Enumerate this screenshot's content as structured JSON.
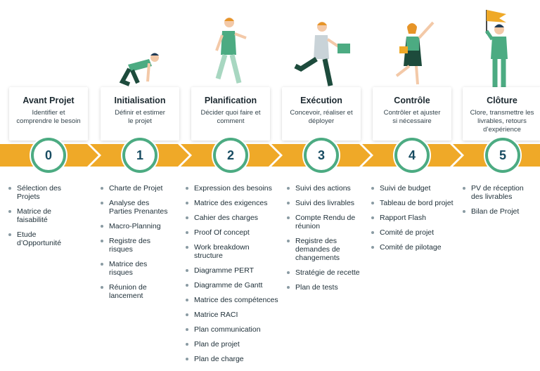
{
  "phases": [
    {
      "number": "0",
      "title": "Avant Projet",
      "desc_lines": [
        "Identifier et",
        "comprendre le besoin"
      ],
      "items": [
        [
          "Sélection des",
          "Projets"
        ],
        [
          "Matrice de",
          "faisabilité"
        ],
        [
          "Etude",
          "d’Opportunité"
        ]
      ]
    },
    {
      "number": "1",
      "title": "Initialisation",
      "desc_lines": [
        "Définir et estimer",
        "le projet"
      ],
      "items": [
        [
          "Charte de Projet"
        ],
        [
          "Analyse des",
          "Parties Prenantes"
        ],
        [
          "Macro-Planning"
        ],
        [
          "Registre des",
          "risques"
        ],
        [
          "Matrice des",
          "risques"
        ],
        [
          "Réunion de",
          "lancement"
        ]
      ]
    },
    {
      "number": "2",
      "title": "Planification",
      "desc_lines": [
        "Décider quoi faire et",
        "comment"
      ],
      "items": [
        [
          "Expression des besoins"
        ],
        [
          "Matrice des exigences"
        ],
        [
          "Cahier des charges"
        ],
        [
          "Proof Of concept"
        ],
        [
          "Work breakdown",
          "structure"
        ],
        [
          "Diagramme PERT"
        ],
        [
          "Diagramme de Gantt"
        ],
        [
          "Matrice des compétences"
        ],
        [
          "Matrice RACI"
        ],
        [
          "Plan communication"
        ],
        [
          "Plan de projet"
        ],
        [
          "Plan de charge"
        ]
      ]
    },
    {
      "number": "3",
      "title": "Exécution",
      "desc_lines": [
        "Concevoir, réaliser et",
        "déployer"
      ],
      "items": [
        [
          "Suivi des actions"
        ],
        [
          "Suivi des livrables"
        ],
        [
          "Compte Rendu de",
          "réunion"
        ],
        [
          "Registre des",
          "demandes de",
          "changements"
        ],
        [
          "Stratégie de recette"
        ],
        [
          "Plan de tests"
        ]
      ]
    },
    {
      "number": "4",
      "title": "Contrôle",
      "desc_lines": [
        "Contrôler et ajuster",
        "si nécessaire"
      ],
      "items": [
        [
          "Suivi de budget"
        ],
        [
          "Tableau de bord projet"
        ],
        [
          "Rapport Flash"
        ],
        [
          "Comité de projet"
        ],
        [
          "Comité de pilotage"
        ]
      ]
    },
    {
      "number": "5",
      "title": "Clôture",
      "desc_lines": [
        "Clore, transmettre les",
        "livrables, retours",
        "d’expérience"
      ],
      "items": [
        [
          "PV de réception",
          "des livrables"
        ],
        [
          "Bilan de Projet"
        ]
      ]
    }
  ],
  "colors": {
    "band": "#efa928",
    "circle_ring": "#4cab82",
    "figure_green": "#4cab82",
    "figure_dark": "#1d4b3c",
    "skin": "#f3c9a8",
    "hair_dark": "#1f3a55",
    "hair_orange": "#e69427",
    "flag": "#efa928"
  }
}
